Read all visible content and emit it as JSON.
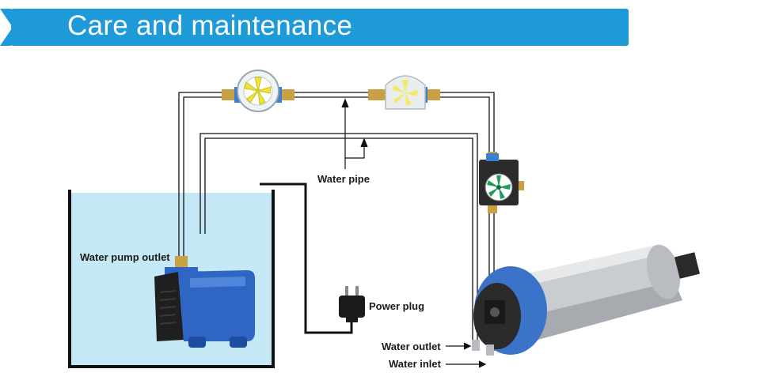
{
  "header": {
    "title": "Care and maintenance",
    "accent_color": "#1e9ad9"
  },
  "labels": {
    "water_pipe": "Water pipe",
    "water_pump_outlet": "Water pump outlet",
    "power_plug": "Power plug",
    "water_outlet": "Water outlet",
    "water_inlet": "Water inlet"
  },
  "colors": {
    "tank_water": "#c4e8f5",
    "pump_blue": "#2f66c4",
    "spindle_blue": "#3a73c8",
    "spindle_body": "#c9ccd0",
    "flow_meter_rotor": "#f0e436",
    "flow_sensor_rotor": "#1d9e5c",
    "brass": "#c9a144"
  },
  "icons": [
    "flow-meter-icon",
    "flow-sensor-icon",
    "water-pump-icon",
    "power-plug-icon",
    "spindle-motor-icon"
  ]
}
